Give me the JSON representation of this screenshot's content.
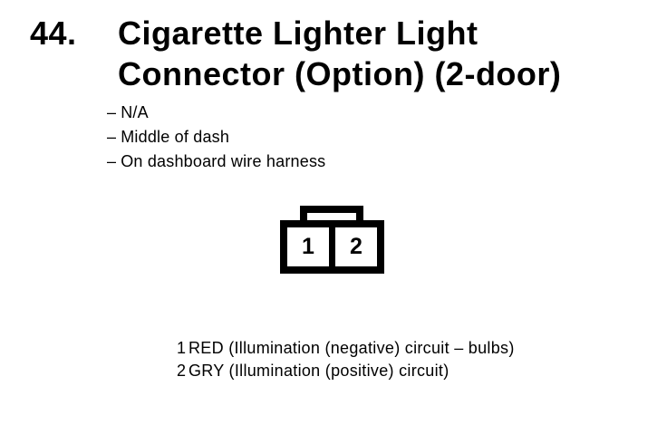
{
  "page": {
    "background_color": "#ffffff",
    "text_color": "#000000"
  },
  "entry": {
    "number": "44.",
    "title_lines": [
      "Cigarette Lighter Light",
      "Connector (Option) (2-door)"
    ],
    "bullet_char": "–",
    "details": [
      "N/A",
      "Middle of dash",
      "On dashboard wire harness"
    ]
  },
  "connector": {
    "cells": [
      "1",
      "2"
    ]
  },
  "pinout": {
    "rows": [
      {
        "pin": "1",
        "label": "RED (Illumination (negative) circuit – bulbs)"
      },
      {
        "pin": "2",
        "label": "GRY (Illumination (positive) circuit)"
      }
    ]
  }
}
